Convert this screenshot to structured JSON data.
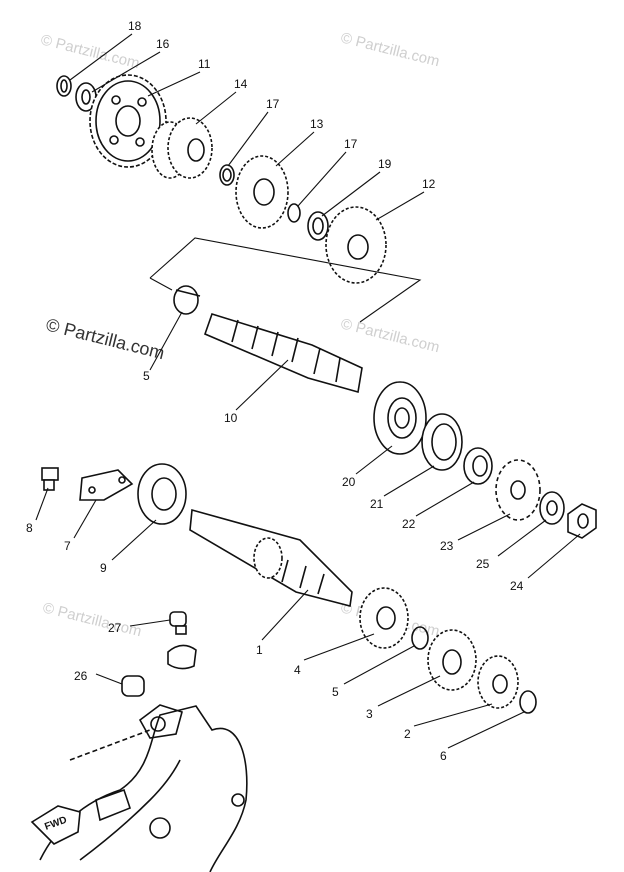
{
  "watermarks": {
    "top_left": "© Partzilla.com",
    "top_right": "© Partzilla.com",
    "mid_left": "© Partzilla.com",
    "mid_right": "© Partzilla.com",
    "bottom_left": "© Partzilla.com",
    "bottom_right": "© Partzilla.com"
  },
  "direction_marker": "FWD",
  "callouts": [
    "18",
    "16",
    "11",
    "14",
    "17",
    "13",
    "17",
    "19",
    "12",
    "5",
    "10",
    "20",
    "21",
    "22",
    "23",
    "25",
    "24",
    "8",
    "7",
    "9",
    "1",
    "4",
    "5",
    "3",
    "2",
    "6",
    "27",
    "26"
  ]
}
